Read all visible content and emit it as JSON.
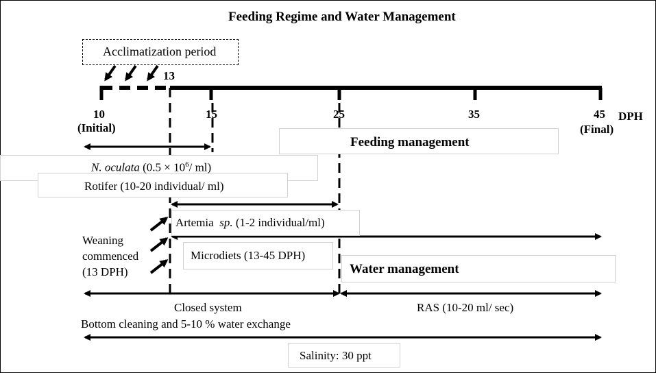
{
  "title": "Feeding Regime and Water Management",
  "acclimatization_label": "Acclimatization period",
  "weaning_day_label": "13",
  "timeline": {
    "ticks": [
      "10",
      "15",
      "25",
      "35",
      "45"
    ],
    "initial_label": "(Initial)",
    "final_label": "(Final)",
    "unit_label": "DPH"
  },
  "feeding_management_label": "Feeding management",
  "water_management_label": "Water management",
  "feeds": {
    "n_oculata_species": "N. oculata",
    "n_oculata_density_prefix": "(0.5 × 10",
    "n_oculata_density_exp": "6",
    "n_oculata_density_suffix": "/ ml)",
    "rotifer": "Rotifer (10-20 individual/ ml)",
    "artemia_name": "Artemia",
    "artemia_sp": "sp.",
    "artemia_density": "(1-2 individual/ml)",
    "microdiets": "Microdiets (13-45 DPH)"
  },
  "weaning": [
    "Weaning",
    "commenced",
    "(13 DPH)"
  ],
  "water": {
    "closed_system": "Closed system",
    "ras": "RAS (10-20 ml/ sec)",
    "cleaning": "Bottom cleaning and 5-10 % water exchange",
    "salinity": "Salinity: 30 ppt"
  }
}
